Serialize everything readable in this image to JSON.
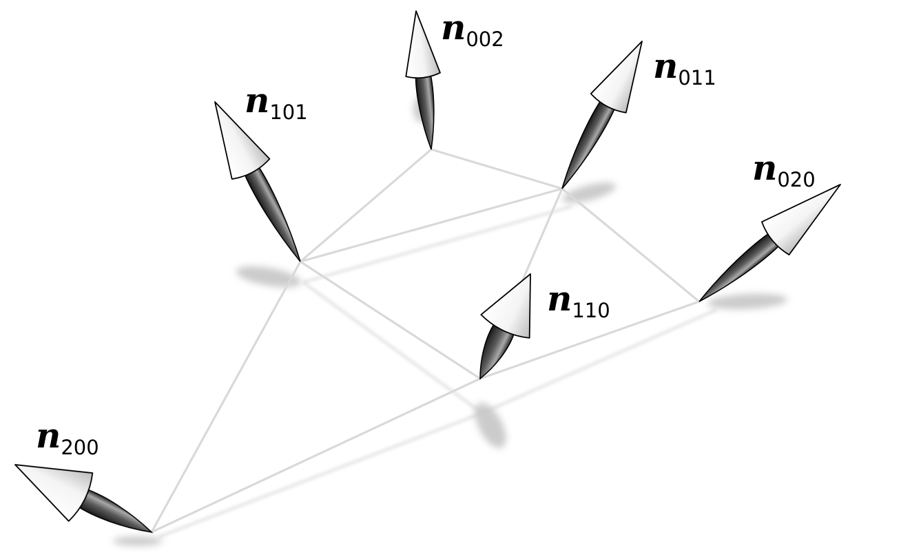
{
  "diagram": {
    "colors": {
      "background": "#ffffff",
      "edge": "#d9d9d9",
      "shadow": "#c2c2c2",
      "shaft_dark": "#1a1a1a",
      "shaft_light": "#a8a8a8",
      "head_light": "#ffffff",
      "head_shade": "#bdbdbd",
      "outline": "#000000"
    },
    "nodes": [
      {
        "id": "n200",
        "symbol": "n",
        "subscript": "200"
      },
      {
        "id": "n110",
        "symbol": "n",
        "subscript": "110"
      },
      {
        "id": "n020",
        "symbol": "n",
        "subscript": "020"
      },
      {
        "id": "n101",
        "symbol": "n",
        "subscript": "101"
      },
      {
        "id": "n011",
        "symbol": "n",
        "subscript": "011"
      },
      {
        "id": "n002",
        "symbol": "n",
        "subscript": "002"
      }
    ],
    "edges": [
      [
        "n200",
        "n110"
      ],
      [
        "n110",
        "n020"
      ],
      [
        "n200",
        "n101"
      ],
      [
        "n101",
        "n002"
      ],
      [
        "n020",
        "n011"
      ],
      [
        "n011",
        "n002"
      ],
      [
        "n101",
        "n110"
      ],
      [
        "n110",
        "n011"
      ],
      [
        "n101",
        "n011"
      ]
    ]
  }
}
